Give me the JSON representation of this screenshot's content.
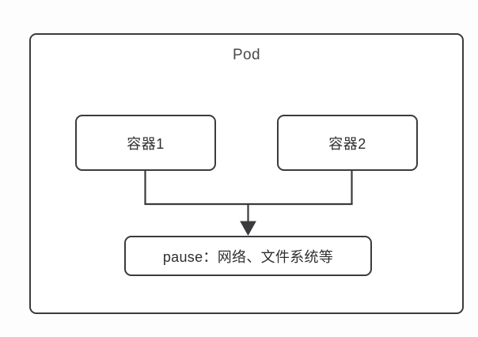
{
  "diagram": {
    "title": "Pod",
    "background_color": "#fdfdfd",
    "stroke_color": "#3b3b3d",
    "fill_color": "#ffffff",
    "text_color": "#2f2f31",
    "outer": {
      "label": "Pod"
    },
    "containers": [
      {
        "label": "容器1"
      },
      {
        "label": "容器2"
      }
    ],
    "shared": {
      "label": "pause：网络、文件系统等"
    },
    "connector": {
      "arrow_direction": "down",
      "from": [
        "容器1",
        "容器2"
      ],
      "to": "pause：网络、文件系统等"
    }
  }
}
